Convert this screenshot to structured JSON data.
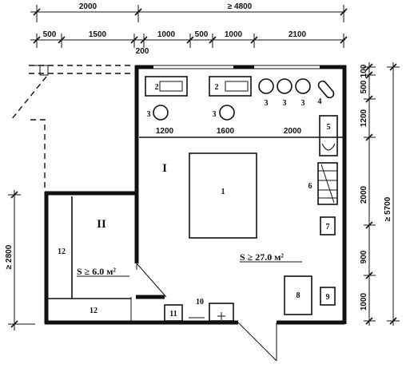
{
  "dimensions": {
    "top_row1": [
      "2000",
      "≥ 4800"
    ],
    "top_row2": [
      "500",
      "1500",
      "1000",
      "500",
      "1000",
      "2100"
    ],
    "top_row2_sub": "200",
    "bottom_row": [
      "1200",
      "1600",
      "2000"
    ],
    "right_inner": [
      "100",
      "500",
      "1200",
      "2000",
      "900",
      "1000"
    ],
    "right_outer": "≥ 5700",
    "left": "≥ 2800"
  },
  "rooms": {
    "main_label": "I",
    "main_area": "S ≥ 27.0 м²",
    "small_label": "II",
    "small_area": "S ≥ 6.0 м²"
  },
  "item_labels": {
    "table": "1",
    "sink_a": "2",
    "sink_b": "2",
    "stool_a": "3",
    "stool_b": "3",
    "stool_c": "3",
    "stool_d": "3",
    "stool_e": "3",
    "board": "4",
    "tub": "5",
    "shelf": "6",
    "cabinet": "7",
    "desk": "8",
    "chair": "9",
    "fixture": "10",
    "box": "11",
    "bench_side": "12",
    "bench_bottom": "12"
  }
}
